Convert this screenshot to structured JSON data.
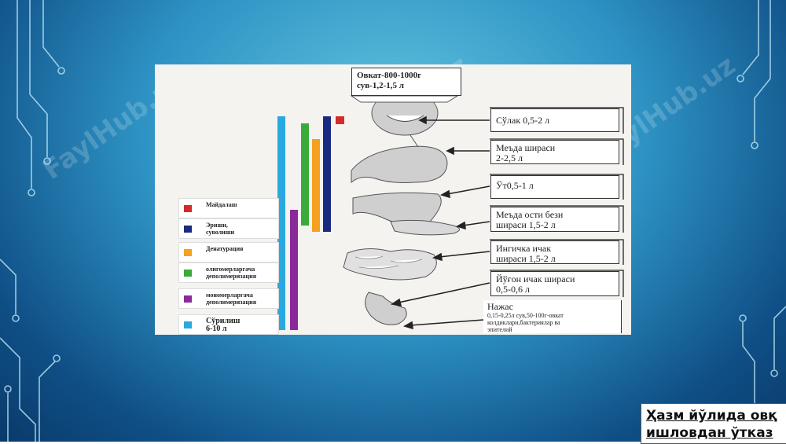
{
  "watermark": "FaylHub.uz",
  "figure": {
    "intake": {
      "line1": "Овкат-800-1000г",
      "line2": "сув-1,2-1,5 л"
    },
    "secretions": [
      {
        "line1": "Сўлак 0,5-2 л",
        "line2": ""
      },
      {
        "line1": "Меъда шираси",
        "line2": "2-2,5 л"
      },
      {
        "line1": "Ўт0,5-1 л",
        "line2": ""
      },
      {
        "line1": "Меъда ости бези",
        "line2": "шираси 1,5-2 л"
      },
      {
        "line1": "Ингичка ичак",
        "line2": "шираси 1,5-2 л"
      },
      {
        "line1": "Йўғон ичак шираси",
        "line2": "0,5-0,6 л"
      }
    ],
    "feces": {
      "title": "Нажас",
      "line1": "0,15-0,25л сув,50-100г-овкат",
      "line2": "колдиклари,бактериялар ва",
      "line3": "эпителий"
    },
    "legend": [
      {
        "line1": "Майдалаш",
        "line2": "",
        "color": "#d42a2a"
      },
      {
        "line1": "Эриши,",
        "line2": "суволиши",
        "color": "#1a2a80"
      },
      {
        "line1": "Денатурация",
        "line2": "",
        "color": "#f5a020"
      },
      {
        "line1": "олигомерларгача",
        "line2": "деполимеризация",
        "color": "#3aaa3a"
      },
      {
        "line1": "мономерларгача",
        "line2": "деполимеризация",
        "color": "#8a2a9a"
      },
      {
        "line1": "Сўрилиш",
        "line2": "6-10 л",
        "color": "#2aa8e0"
      }
    ]
  },
  "caption": {
    "line1": "Ҳазм йўлида овқ",
    "line2": "ишловдан ўтказ"
  }
}
